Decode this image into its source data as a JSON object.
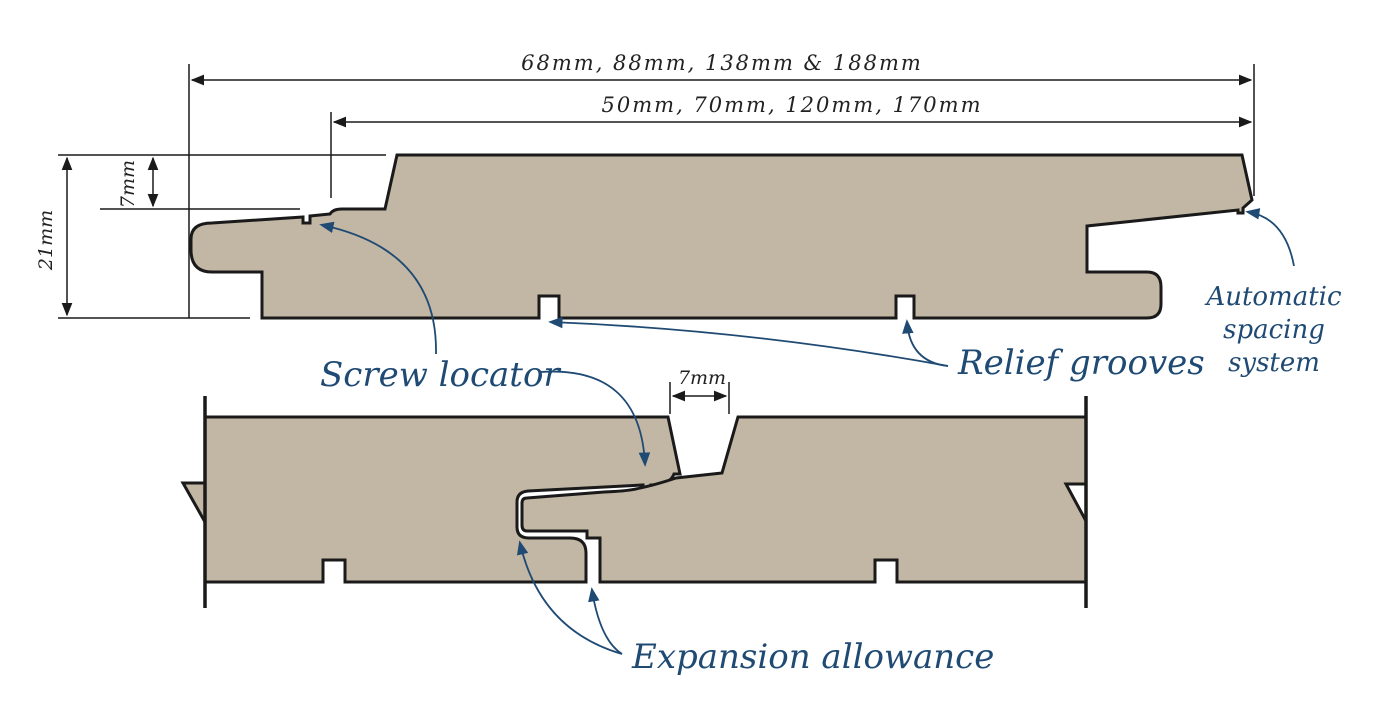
{
  "colors": {
    "board_fill": "#c2b6a4",
    "outline": "#1a1a1a",
    "annotation": "#1f4a73",
    "background": "#ffffff"
  },
  "dimensions": {
    "overall_width": "68mm, 88mm, 138mm & 188mm",
    "cover_width": "50mm, 70mm, 120mm, 170mm",
    "thickness": "21mm",
    "tongue_offset": "7mm",
    "groove_gap": "7mm"
  },
  "callouts": {
    "screw_locator": "Screw locator",
    "relief_grooves": "Relief grooves",
    "automatic_spacing": [
      "Automatic",
      "spacing",
      "system"
    ],
    "expansion_allowance": "Expansion allowance"
  }
}
